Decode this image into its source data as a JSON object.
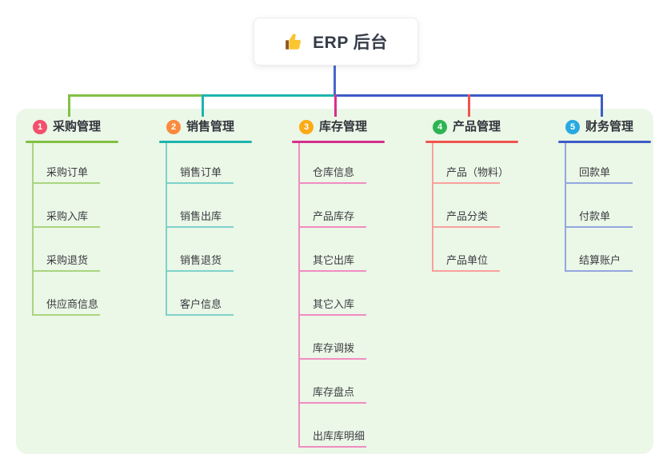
{
  "root": {
    "icon": "thumbs-up-icon",
    "label": "ERP 后台"
  },
  "colors": {
    "page_background": "#ffffff",
    "panel_background": "#ebf7e7",
    "root_connector": "#4a66d0",
    "root_text": "#353c48",
    "topic_text": "#32353c",
    "child_text": "#3a3d42"
  },
  "branches": [
    {
      "number": "1",
      "title": "采购管理",
      "badge_color": "#f2506d",
      "line_color": "#82c043",
      "child_line_color": "#a9d57f",
      "children": [
        "采购订单",
        "采购入库",
        "采购退货",
        "供应商信息"
      ]
    },
    {
      "number": "2",
      "title": "销售管理",
      "badge_color": "#fb8a3e",
      "line_color": "#1cb5ae",
      "child_line_color": "#7ed2cb",
      "children": [
        "销售订单",
        "销售出库",
        "销售退货",
        "客户信息"
      ]
    },
    {
      "number": "3",
      "title": "库存管理",
      "badge_color": "#fbab18",
      "line_color": "#d62f8d",
      "child_line_color": "#f08cc2",
      "children": [
        "仓库信息",
        "产品库存",
        "其它出库",
        "其它入库",
        "库存调拨",
        "库存盘点",
        "出库库明细"
      ]
    },
    {
      "number": "4",
      "title": "产品管理",
      "badge_color": "#2eb553",
      "line_color": "#f0544f",
      "child_line_color": "#f7a19c",
      "children": [
        "产品（物料）",
        "产品分类",
        "产品单位"
      ]
    },
    {
      "number": "5",
      "title": "财务管理",
      "badge_color": "#29a9e1",
      "line_color": "#3d5bc7",
      "child_line_color": "#93a7de",
      "children": [
        "回款单",
        "付款单",
        "结算账户"
      ]
    }
  ]
}
